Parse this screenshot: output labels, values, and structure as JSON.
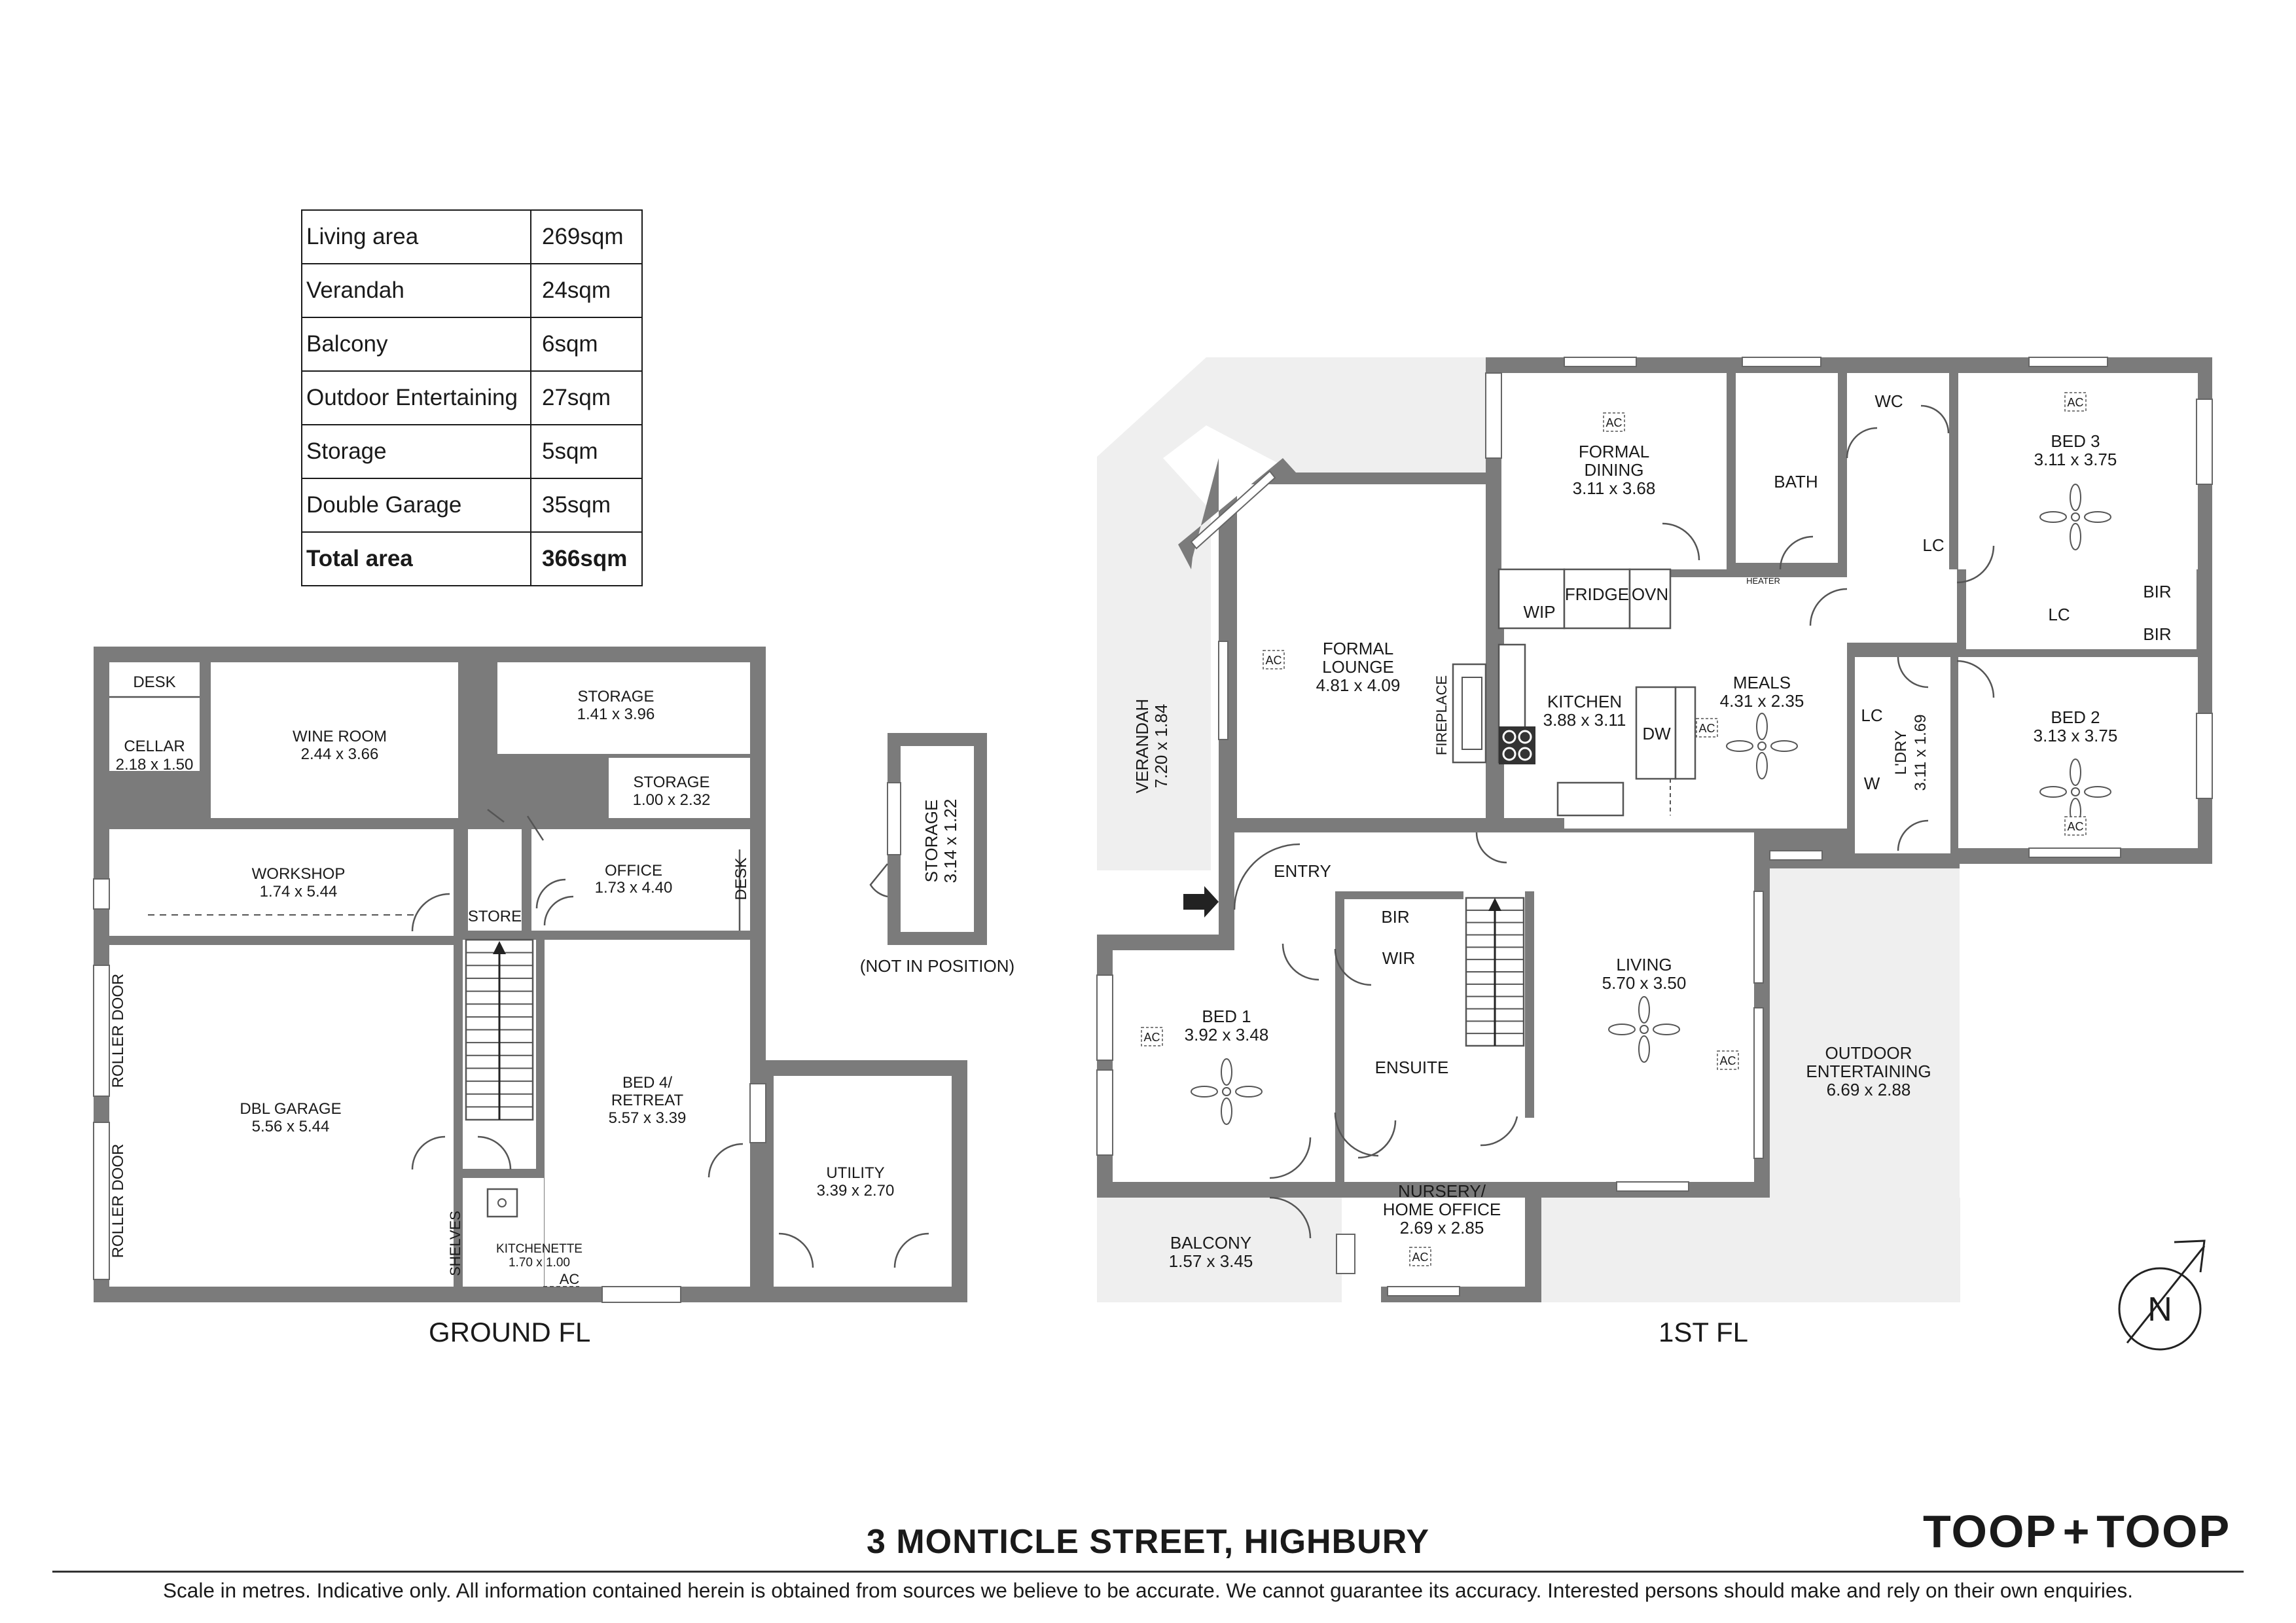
{
  "area_table": [
    {
      "label": "Living area",
      "value": "269sqm"
    },
    {
      "label": "Verandah",
      "value": "24sqm"
    },
    {
      "label": "Balcony",
      "value": "6sqm"
    },
    {
      "label": "Outdoor Entertaining",
      "value": "27sqm"
    },
    {
      "label": "Storage",
      "value": "5sqm"
    },
    {
      "label": "Double Garage",
      "value": "35sqm"
    },
    {
      "label": "Total area",
      "value": "366sqm"
    }
  ],
  "ground": {
    "label": "GROUND FL",
    "rooms": {
      "desk_tl": {
        "name": "DESK"
      },
      "cellar": {
        "name": "CELLAR",
        "dims": "2.18 x 1.50"
      },
      "wine_room": {
        "name": "WINE ROOM",
        "dims": "2.44 x 3.66"
      },
      "storage1": {
        "name": "STORAGE",
        "dims": "1.41 x 3.96"
      },
      "storage2": {
        "name": "STORAGE",
        "dims": "1.00 x 2.32"
      },
      "workshop": {
        "name": "WORKSHOP",
        "dims": "1.74 x 5.44"
      },
      "store": {
        "name": "STORE"
      },
      "office": {
        "name": "OFFICE",
        "dims": "1.73 x 4.40"
      },
      "desk_r": {
        "name": "DESK"
      },
      "roller1": {
        "name": "ROLLER DOOR"
      },
      "roller2": {
        "name": "ROLLER DOOR"
      },
      "garage": {
        "name": "DBL GARAGE",
        "dims": "5.56 x 5.44"
      },
      "bed4": {
        "name": "BED 4/",
        "name2": "RETREAT",
        "dims": "5.57 x 3.39"
      },
      "utility": {
        "name": "UTILITY",
        "dims": "3.39 x 2.70"
      },
      "shelves": {
        "name": "SHELVES"
      },
      "kitchenette": {
        "name": "KITCHENETTE",
        "dims": "1.70 x 1.00"
      },
      "ac": "AC"
    }
  },
  "storage_detached": {
    "name": "STORAGE",
    "dims": "3.14 x 1.22",
    "note": "(NOT IN POSITION)"
  },
  "first": {
    "label": "1ST FL",
    "rooms": {
      "verandah": {
        "name": "VERANDAH",
        "dims": "7.20 x 1.84"
      },
      "formal_lounge": {
        "name": "FORMAL",
        "name2": "LOUNGE",
        "dims": "4.81 x 4.09"
      },
      "formal_dining": {
        "name": "FORMAL",
        "name2": "DINING",
        "dims": "3.11 x 3.68"
      },
      "bath": {
        "name": "BATH"
      },
      "heater": {
        "name": "HEATER"
      },
      "wc": {
        "name": "WC"
      },
      "bed3": {
        "name": "BED 3",
        "dims": "3.11 x 3.75"
      },
      "lc1": {
        "name": "LC"
      },
      "lc2": {
        "name": "LC"
      },
      "bir1": {
        "name": "BIR"
      },
      "bir2": {
        "name": "BIR"
      },
      "bed2": {
        "name": "BED 2",
        "dims": "3.13 x 3.75"
      },
      "wip": {
        "name": "WIP"
      },
      "fridge": {
        "name": "FRIDGE"
      },
      "ovn": {
        "name": "OVN"
      },
      "fireplace": {
        "name": "FIREPLACE"
      },
      "kitchen": {
        "name": "KITCHEN",
        "dims": "3.88 x 3.11"
      },
      "dw": {
        "name": "DW"
      },
      "meals": {
        "name": "MEALS",
        "dims": "4.31 x 2.35"
      },
      "lc3": {
        "name": "LC"
      },
      "w": {
        "name": "W"
      },
      "ldry": {
        "name": "L'DRY",
        "dims": "3.11 x 1.69"
      },
      "entry": {
        "name": "ENTRY"
      },
      "bir3": {
        "name": "BIR"
      },
      "wir": {
        "name": "WIR"
      },
      "ensuite": {
        "name": "ENSUITE"
      },
      "living": {
        "name": "LIVING",
        "dims": "5.70 x 3.50"
      },
      "bed1": {
        "name": "BED 1",
        "dims": "3.92 x 3.48"
      },
      "outdoor": {
        "name": "OUTDOOR",
        "name2": "ENTERTAINING",
        "dims": "6.69 x 2.88"
      },
      "balcony": {
        "name": "BALCONY",
        "dims": "1.57 x 3.45"
      },
      "nursery": {
        "name": "NURSERY/",
        "name2": "HOME OFFICE",
        "dims": "2.69 x 2.85"
      },
      "ac": "AC"
    }
  },
  "compass": "N",
  "address": "3 MONTICLE STREET, HIGHBURY",
  "brand": {
    "left": "TOOP",
    "plus": "+",
    "right": "TOOP"
  },
  "disclaimer": "Scale in metres. Indicative only. All information contained herein is obtained from sources we believe to be accurate. We cannot guarantee its accuracy. Interested persons should make and rely on their own enquiries."
}
